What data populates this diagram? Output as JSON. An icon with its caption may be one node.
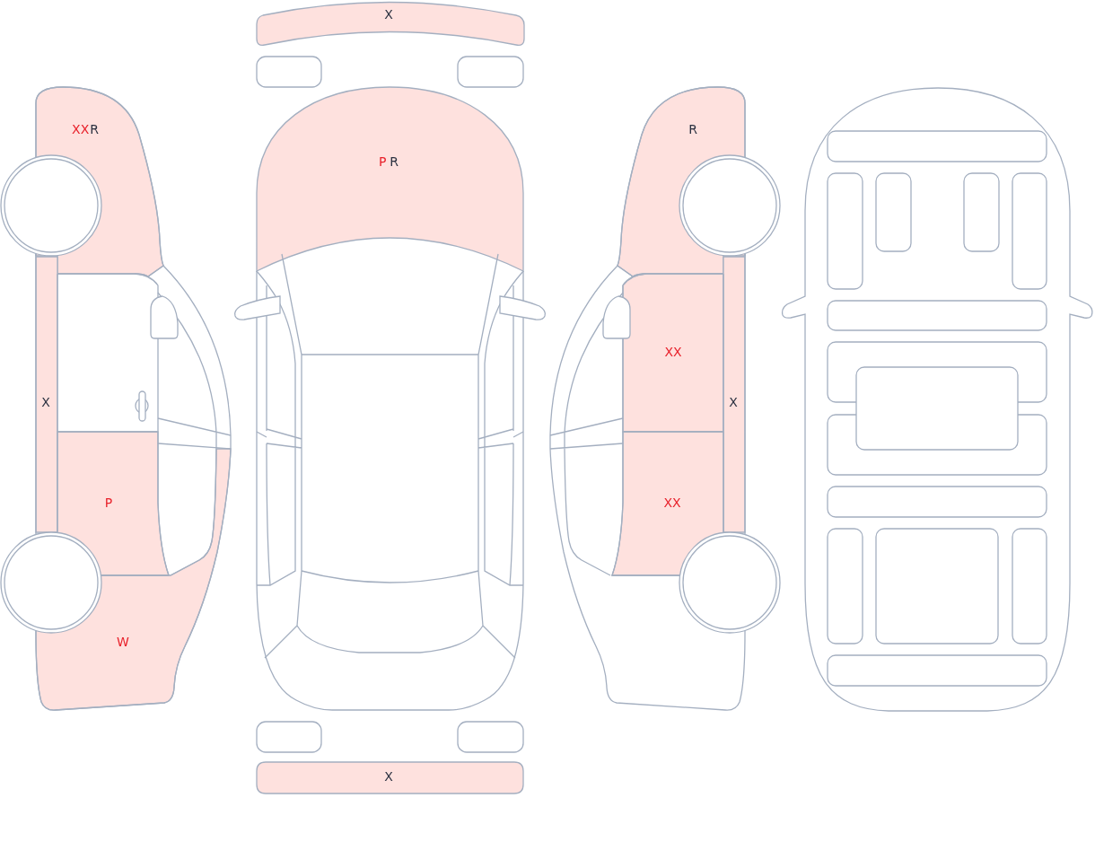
{
  "diagram": {
    "nodes": [
      {
        "text": [
          "XX",
          "R"
        ]
      },
      {
        "text": [
          "X"
        ]
      },
      {
        "text": [
          "P"
        ]
      },
      {
        "text": [
          "W"
        ]
      },
      {
        "text": [
          "X"
        ]
      },
      {
        "text": [
          "P",
          "R"
        ]
      },
      {
        "text": [
          "X"
        ]
      },
      {
        "text": [
          "R"
        ]
      },
      {
        "text": [
          "XX"
        ]
      },
      {
        "text": [
          "X"
        ]
      },
      {
        "text": [
          "XX"
        ]
      }
    ]
  }
}
